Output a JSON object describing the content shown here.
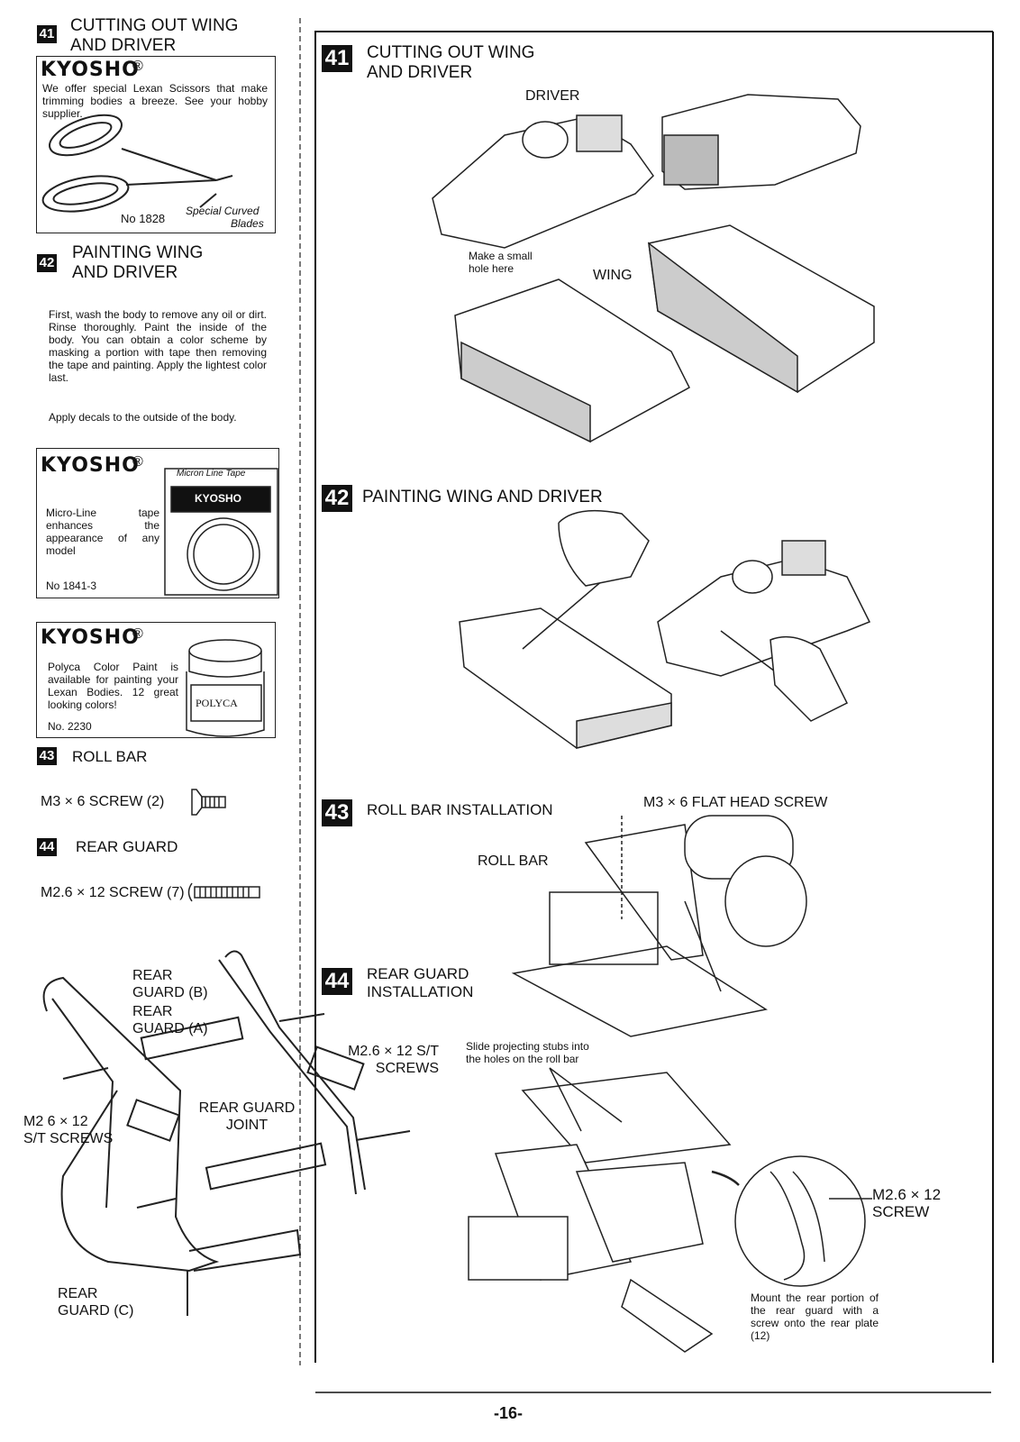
{
  "left": {
    "step41": {
      "num": "41",
      "title_l1": "CUTTING OUT WING",
      "title_l2": "AND DRIVER"
    },
    "kyosho_ad1": {
      "brand": "KYOSHO",
      "reg": "®",
      "text": "We offer special Lexan Scissors that make trimming bodies a breeze. See your hobby supplier.",
      "part_no": "No 1828",
      "blade_label_l1": "Special Curved",
      "blade_label_l2": "Blades"
    },
    "step42": {
      "num": "42",
      "title_l1": "PAINTING WING",
      "title_l2": "AND DRIVER",
      "para1": "First, wash the body to remove any oil or dirt. Rinse thoroughly. Paint the inside of the body. You can obtain a color scheme by masking a portion with tape then removing the tape and painting. Apply the lightest color last.",
      "para2": "Apply decals to the outside of the body."
    },
    "kyosho_ad2": {
      "brand": "KYOSHO",
      "reg": "®",
      "tape_label": "Micron Line Tape",
      "tape_brand": "KYOSHO",
      "text": "Micro-Line tape enhances the appearance of any model",
      "part_no": "No 1841-3"
    },
    "kyosho_ad3": {
      "brand": "KYOSHO",
      "reg": "®",
      "text": "Polyca Color Paint is available for painting your Lexan Bodies. 12 great looking colors!",
      "part_no": "No. 2230",
      "jar_label": "POLYCA"
    },
    "step43": {
      "num": "43",
      "title": "ROLL BAR",
      "screw": "M3 × 6 SCREW (2)"
    },
    "step44": {
      "num": "44",
      "title": "REAR GUARD",
      "screw": "M2.6 × 12 SCREW (7)"
    },
    "diagram": {
      "rear_guard_b_l1": "REAR",
      "rear_guard_b_l2": "GUARD (B)",
      "rear_guard_a_l1": "REAR",
      "rear_guard_a_l2": "GUARD (A)",
      "st_screws_r_l1": "M2.6 × 12 S/T",
      "st_screws_r_l2": "SCREWS",
      "joint_l1": "REAR GUARD",
      "joint_l2": "JOINT",
      "st_screws_l_l1": "M2 6 × 12",
      "st_screws_l_l2": "S/T SCREWS",
      "rear_guard_c_l1": "REAR",
      "rear_guard_c_l2": "GUARD (C)"
    }
  },
  "right": {
    "step41": {
      "num": "41",
      "title_l1": "CUTTING OUT WING",
      "title_l2": "AND DRIVER",
      "driver_label": "DRIVER",
      "hole_l1": "Make a small",
      "hole_l2": "hole here",
      "wing_label": "WING"
    },
    "step42": {
      "num": "42",
      "title": "PAINTING WING AND DRIVER"
    },
    "step43": {
      "num": "43",
      "title": "ROLL BAR INSTALLATION",
      "screw_label": "M3 × 6  FLAT HEAD SCREW",
      "rollbar_label": "ROLL BAR"
    },
    "step44": {
      "num": "44",
      "title_l1": "REAR GUARD",
      "title_l2": "INSTALLATION",
      "slide_l1": "Slide projecting stubs into",
      "slide_l2": "the holes on the roll bar",
      "screw_l1": "M2.6 × 12",
      "screw_l2": "SCREW",
      "mount_note": "Mount the rear portion of the rear guard with a screw onto the rear plate (12)"
    }
  },
  "page_number": "-16-"
}
